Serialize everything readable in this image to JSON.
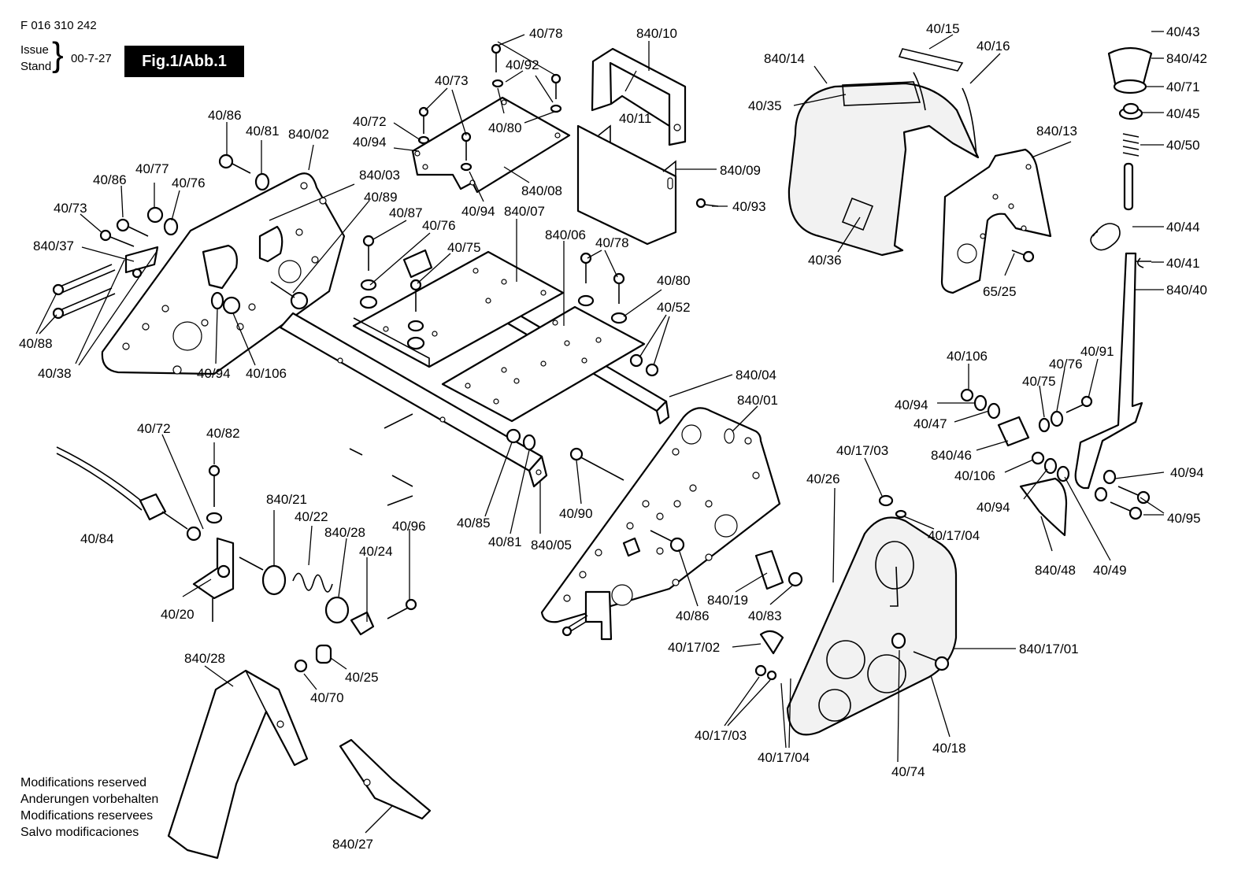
{
  "header": {
    "doc_number": "F 016 310 242",
    "issue_label": "Issue",
    "stand_label": "Stand",
    "brace": "}",
    "issue_date": "00-7-27",
    "figure_label": "Fig.1/Abb.1"
  },
  "notes": [
    "Modifications reserved",
    "Anderungen vorbehalten",
    "Modifications reservees",
    "Salvo modificaciones"
  ],
  "callouts": {
    "c01": "40/78",
    "c02": "840/10",
    "c03": "40/15",
    "c04": "40/43",
    "c05": "40/92",
    "c06": "40/73",
    "c07": "40/16",
    "c08": "840/42",
    "c09": "840/14",
    "c10": "40/71",
    "c11": "40/11",
    "c12": "40/80",
    "c13": "40/72",
    "c14": "40/35",
    "c15": "40/45",
    "c16": "40/86",
    "c17": "40/81",
    "c18": "840/02",
    "c19": "40/94",
    "c20": "840/13",
    "c21": "40/50",
    "c22": "840/09",
    "c23": "840/08",
    "c24": "40/77",
    "c25": "40/86",
    "c26": "840/03",
    "c27": "40/76",
    "c28": "40/94",
    "c29": "840/07",
    "c30": "40/93",
    "c31": "40/89",
    "c32": "40/73",
    "c33": "40/87",
    "c34": "40/44",
    "c35": "40/76",
    "c36": "840/06",
    "c37": "40/78",
    "c38": "840/37",
    "c39": "40/75",
    "c40": "40/41",
    "c41": "40/36",
    "c42": "40/80",
    "c43": "65/25",
    "c44": "840/40",
    "c45": "40/52",
    "c46": "40/88",
    "c47": "40/91",
    "c48": "40/106",
    "c49": "40/94",
    "c50": "40/106",
    "c51": "40/76",
    "c52": "40/38",
    "c53": "40/75",
    "c54": "840/04",
    "c55": "840/01",
    "c56": "40/94",
    "c57": "40/47",
    "c58": "40/72",
    "c59": "40/82",
    "c60": "40/17/03",
    "c61": "840/46",
    "c62": "40/26",
    "c63": "40/106",
    "c64": "40/94",
    "c65": "840/21",
    "c66": "40/22",
    "c67": "40/94",
    "c68": "40/95",
    "c69": "840/28",
    "c70": "40/96",
    "c71": "40/24",
    "c72": "40/85",
    "c73": "40/90",
    "c74": "40/84",
    "c75": "40/17/04",
    "c76": "40/81",
    "c77": "840/05",
    "c78": "840/48",
    "c79": "40/49",
    "c80": "40/20",
    "c81": "840/19",
    "c82": "40/86",
    "c83": "40/83",
    "c84": "40/17/02",
    "c85": "840/17/01",
    "c86": "840/28",
    "c87": "40/25",
    "c88": "40/70",
    "c89": "40/17/03",
    "c90": "40/18",
    "c91": "40/17/04",
    "c92": "40/74",
    "c93": "840/27"
  }
}
